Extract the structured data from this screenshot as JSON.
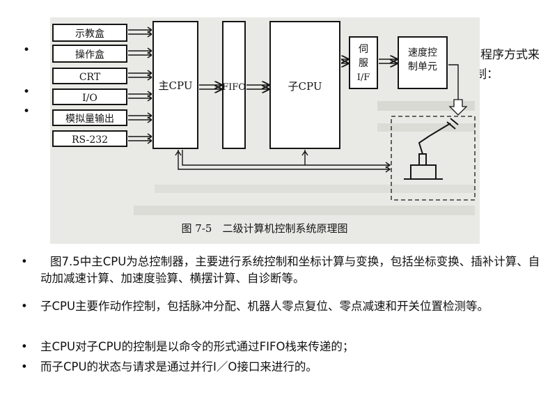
{
  "background_text": {
    "fragment_right_1": "程序方式来",
    "fragment_right_2": "制："
  },
  "figure": {
    "caption": "图 7-5　二级计算机控制系统原理图",
    "io_boxes": [
      "示教盒",
      "操作盒",
      "CRT",
      "I/O",
      "模拟量输出",
      "RS-232"
    ],
    "main_cpu": "主CPU",
    "fifo": "FIFO",
    "sub_cpu": "子CPU",
    "servo": [
      "伺",
      "服",
      "I/F"
    ],
    "speed_unit": [
      "速度控",
      "制单元"
    ]
  },
  "bullets": [
    {
      "mark": "•",
      "text": "图7.5中主CPU为总控制器，主要进行系统控制和坐标计算与变换，包括坐标变换、插补计算、自动加减速计算、加速度验算、横摆计算、自诊断等。"
    },
    {
      "mark": "•",
      "text": "子CPU主要作动作控制，包括脉冲分配、机器人零点复位、零点减速和开关位置检测等。"
    },
    {
      "mark": "•",
      "text": "主CPU对子CPU的控制是以命令的形式通过FIFO栈来传递的；"
    },
    {
      "mark": "•",
      "text": "而子CPU的状态与请求是通过并行I／O接口来进行的。"
    }
  ]
}
